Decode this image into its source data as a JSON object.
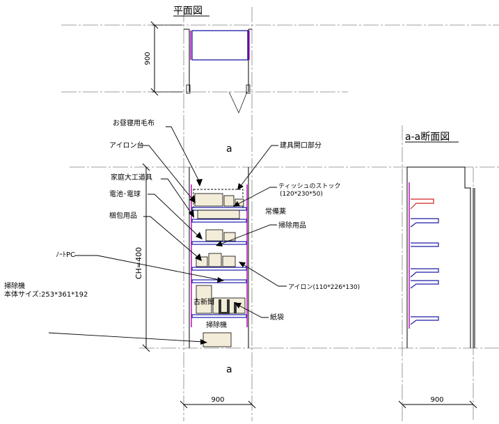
{
  "titles": {
    "plan": "平面図",
    "section": "a-a断面図"
  },
  "section_marks": {
    "top": "a",
    "bottom": "a"
  },
  "dimensions": {
    "plan_depth": "900",
    "elevation_width": "900",
    "section_width": "900",
    "ceiling_height": "CH=400"
  },
  "labels": {
    "futon": "お昼寝用毛布",
    "ironing_board": "アイロン台",
    "tools": "家庭大工道具",
    "batteries": "電池･電球",
    "packing": "梱包用品",
    "notebook": "ﾉｰﾄPC",
    "vacuum_title": "掃除機",
    "vacuum_size": "本体サイズ:253*361*192",
    "door_opening": "建具開口部分",
    "tissue": "ティッシュのストック",
    "tissue_size": "(120*230*50)",
    "medicine": "常備薬",
    "cleaning": "掃除用品",
    "iron": "アイロン(110*226*130)",
    "paper_bags": "紙袋",
    "old_news": "古新聞",
    "vacuum_in": "掃除機"
  },
  "colors": {
    "shelf": "#1a1aa8",
    "side_panel": "#c020c0",
    "hanger_bar": "#d42020",
    "centerline": "#808080"
  }
}
